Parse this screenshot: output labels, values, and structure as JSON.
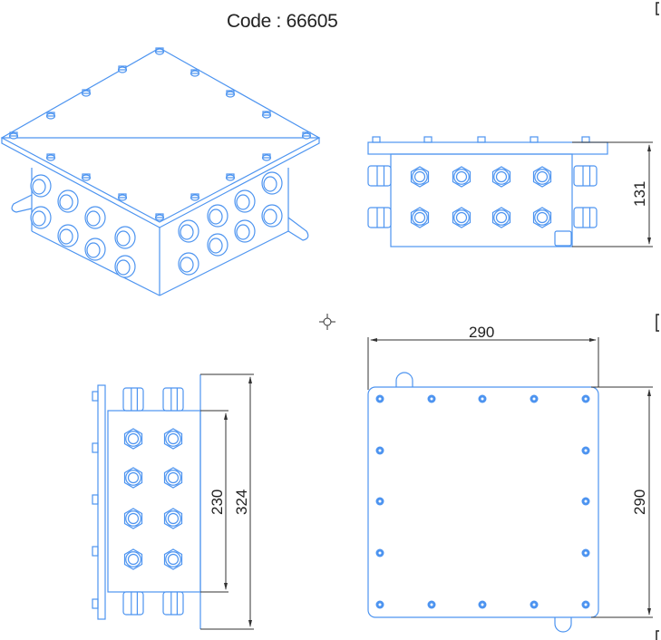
{
  "title": "Code : 66605",
  "views": {
    "isometric": {
      "label": "isometric-view"
    },
    "front": {
      "label": "front-view",
      "height_dimension": "131"
    },
    "side": {
      "label": "side-view",
      "inner_dimension": "230",
      "outer_dimension": "324"
    },
    "top": {
      "label": "top-view",
      "width_dimension": "290",
      "height_dimension": "290"
    }
  },
  "colors": {
    "line": "#4d94f0",
    "dimension": "#333333"
  }
}
